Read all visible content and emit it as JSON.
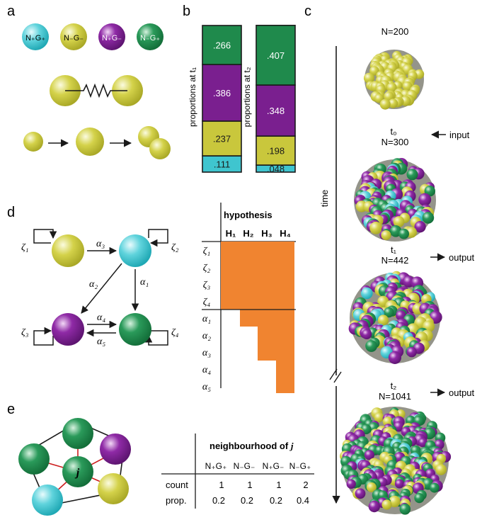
{
  "colors": {
    "cyan": "#3fc5cf",
    "yellow": "#c9c73c",
    "purple": "#7a1f8f",
    "green": "#1f8a4c",
    "orange": "#f08430",
    "border": "#1a1a1a"
  },
  "panel_a": {
    "letter": "a",
    "type_labels": [
      "N₊G₊",
      "N₋G₋",
      "N₊G₋",
      "N₋G₊"
    ]
  },
  "panel_b": {
    "letter": "b",
    "ylabel_t1": "proportions at t₁",
    "ylabel_t2": "proportions at t₂",
    "t1_values": [
      ".111",
      ".237",
      ".386",
      ".266"
    ],
    "t2_values": [
      ".048",
      ".198",
      ".348",
      ".407"
    ],
    "t1_fractions": [
      0.111,
      0.237,
      0.386,
      0.266
    ],
    "t2_fractions": [
      0.048,
      0.198,
      0.348,
      0.407
    ]
  },
  "panel_c": {
    "letter": "c",
    "n200": "N=200",
    "t0": "t₀",
    "n300": "N=300",
    "input": "input",
    "t1": "t₁",
    "n442": "N=442",
    "output1": "output",
    "t2": "t₂",
    "n1041": "N=1041",
    "output2": "output",
    "time": "time"
  },
  "panel_d": {
    "letter": "d",
    "zeta1": "ζ₁",
    "zeta2": "ζ₂",
    "zeta3": "ζ₃",
    "zeta4": "ζ₄",
    "alpha1": "α₁",
    "alpha2": "α₂",
    "alpha3": "α₃",
    "alpha4": "α₄",
    "alpha5": "α₅",
    "table_title": "hypothesis",
    "hyp_headers": [
      "H₁",
      "H₂",
      "H₃",
      "H₄"
    ],
    "row_labels": [
      "ζ₁",
      "ζ₂",
      "ζ₃",
      "ζ₄",
      "α₁",
      "α₂",
      "α₃",
      "α₄",
      "α₅"
    ]
  },
  "panel_e": {
    "letter": "e",
    "center_label": "j",
    "table_title": "neighbourhood of ",
    "table_title_var": "j",
    "col_headers": [
      "N₊G₊",
      "N₋G₋",
      "N₊G₋",
      "N₋G₊"
    ],
    "row1_label": "count",
    "row1_values": [
      "1",
      "1",
      "1",
      "2"
    ],
    "row2_label": "prop.",
    "row2_values": [
      "0.2",
      "0.2",
      "0.2",
      "0.4"
    ]
  }
}
